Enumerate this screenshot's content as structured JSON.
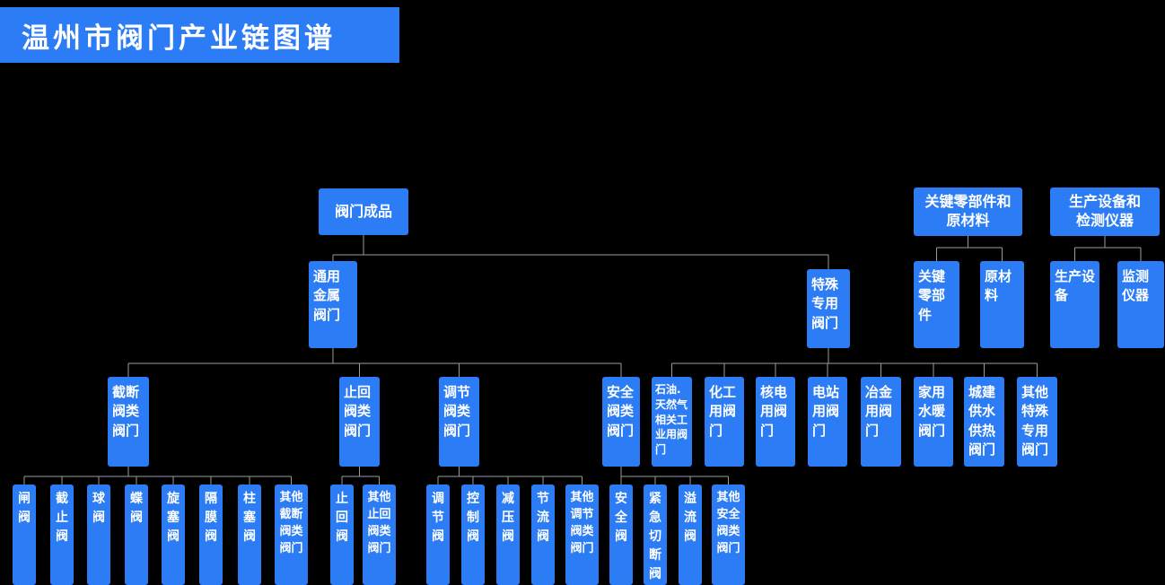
{
  "title": "温州市阀门产业链图谱",
  "colors": {
    "node": "#2b7cf5",
    "background": "#000000",
    "connector": "#9b9b9b",
    "text": "#ffffff"
  },
  "nodes": {
    "finished_valves": "阀门成品",
    "key_parts_materials": "关键零部件和\n原材料",
    "equipment_instruments": "生产设备和\n检测仪器",
    "general_metal_valves": "通用金属阀门",
    "special_purpose_valves": "特殊专用阀门",
    "key_components": "关键零部件",
    "raw_materials": "原材料",
    "production_equipment": "生产设备",
    "monitoring_instruments": "监测仪器",
    "shutoff_valve_category": "截断阀类阀门",
    "check_valve_category": "止回阀类阀门",
    "regulating_valve_category": "调节阀类阀门",
    "safety_valve_category": "安全阀类阀门",
    "oil_gas_valves": "石油.天然气相关工业用阀门",
    "chemical_valves": "化工用阀门",
    "nuclear_valves": "核电用阀门",
    "power_station_valves": "电站用阀门",
    "metallurgy_valves": "冶金用阀门",
    "household_plumbing_valves": "家用水暖阀门",
    "urban_water_heat_valves": "城建供水供热阀门",
    "other_special_valves": "其他特殊专用阀门",
    "gate_valve": "闸阀",
    "globe_valve": "截止阀",
    "ball_valve": "球阀",
    "butterfly_valve": "蝶阀",
    "plug_valve": "旋塞阀",
    "diaphragm_valve": "隔膜阀",
    "plunger_valve": "柱塞阀",
    "other_shutoff_valves": "其他截断阀类阀门",
    "check_valve": "止回阀",
    "other_check_valves": "其他止回阀类阀门",
    "regulating_valve": "调节阀",
    "control_valve": "控制阀",
    "pressure_reducing_valve": "减压阀",
    "throttle_valve": "节流阀",
    "other_regulating_valves": "其他调节阀类阀门",
    "safety_valve": "安全阀",
    "emergency_shutoff_valve": "紧急切断阀",
    "overflow_valve": "溢流阀",
    "other_safety_valves": "其他安全阀类阀门"
  }
}
